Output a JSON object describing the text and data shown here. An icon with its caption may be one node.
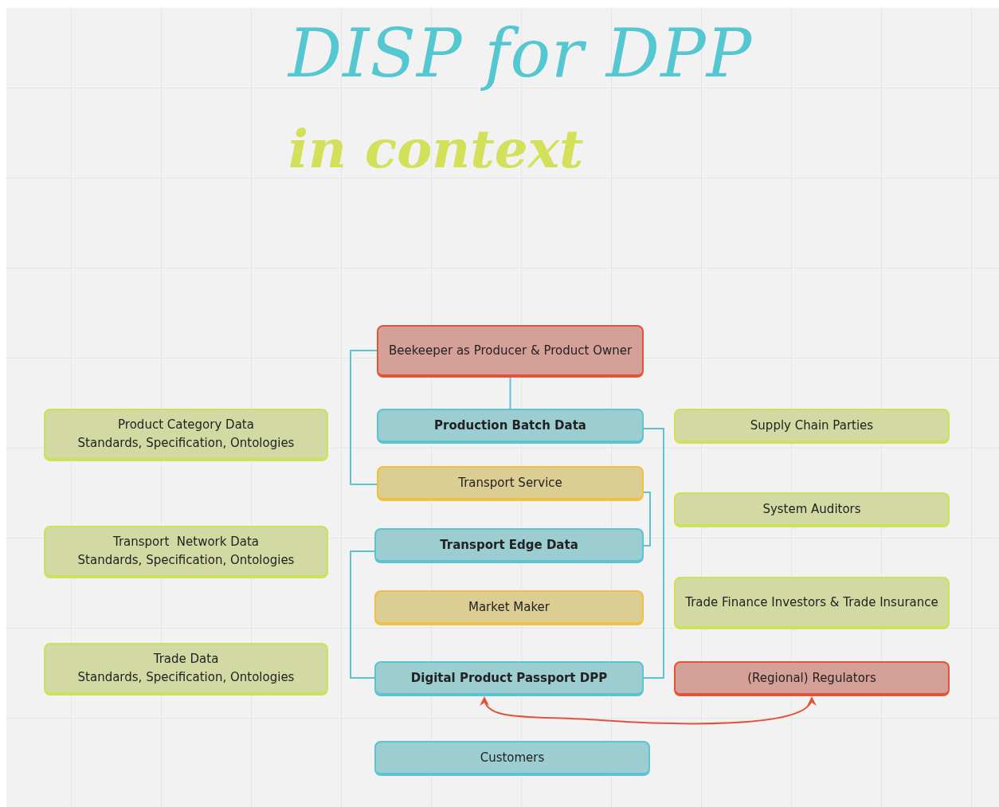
{
  "diagram": {
    "title": "DISP for DPP",
    "nodes": [
      {
        "text": [
          "Beekeeper as Producer & Product Owner"
        ]
      },
      {
        "text": [
          "Product Category Data",
          "Standards, Specification, Ontologies"
        ]
      },
      {
        "text": [
          "Production Batch Data"
        ]
      },
      {
        "text": [
          "Supply Chain Parties"
        ]
      },
      {
        "text": [
          "Transport Service"
        ]
      },
      {
        "text": [
          "System Auditors"
        ]
      },
      {
        "text": [
          "Transport  Network Data",
          "Standards, Specification, Ontologies"
        ]
      },
      {
        "text": [
          "Transport Edge Data"
        ]
      },
      {
        "text": [
          "Market Maker"
        ]
      },
      {
        "text": [
          "Trade Finance Investors & Trade Insurance"
        ]
      },
      {
        "text": [
          "Trade Data",
          "Standards, Specification, Ontologies"
        ]
      },
      {
        "text": [
          "Digital Product Passport DPP"
        ]
      },
      {
        "text": [
          "(Regional) Regulators"
        ]
      },
      {
        "text": [
          "Customers"
        ]
      }
    ],
    "edges": [
      {
        "from": 0,
        "to": 2,
        "arrow": "none"
      },
      {
        "from": 0,
        "to": 4,
        "arrow": "none"
      },
      {
        "from": 2,
        "to": 11,
        "arrow": "none"
      },
      {
        "from": 4,
        "to": 7,
        "arrow": "none"
      },
      {
        "from": 7,
        "to": 11,
        "arrow": "none"
      },
      {
        "from": 11,
        "to": 12,
        "arrow": "both",
        "color": "#e0553a"
      }
    ],
    "labels": [
      "in context"
    ]
  }
}
